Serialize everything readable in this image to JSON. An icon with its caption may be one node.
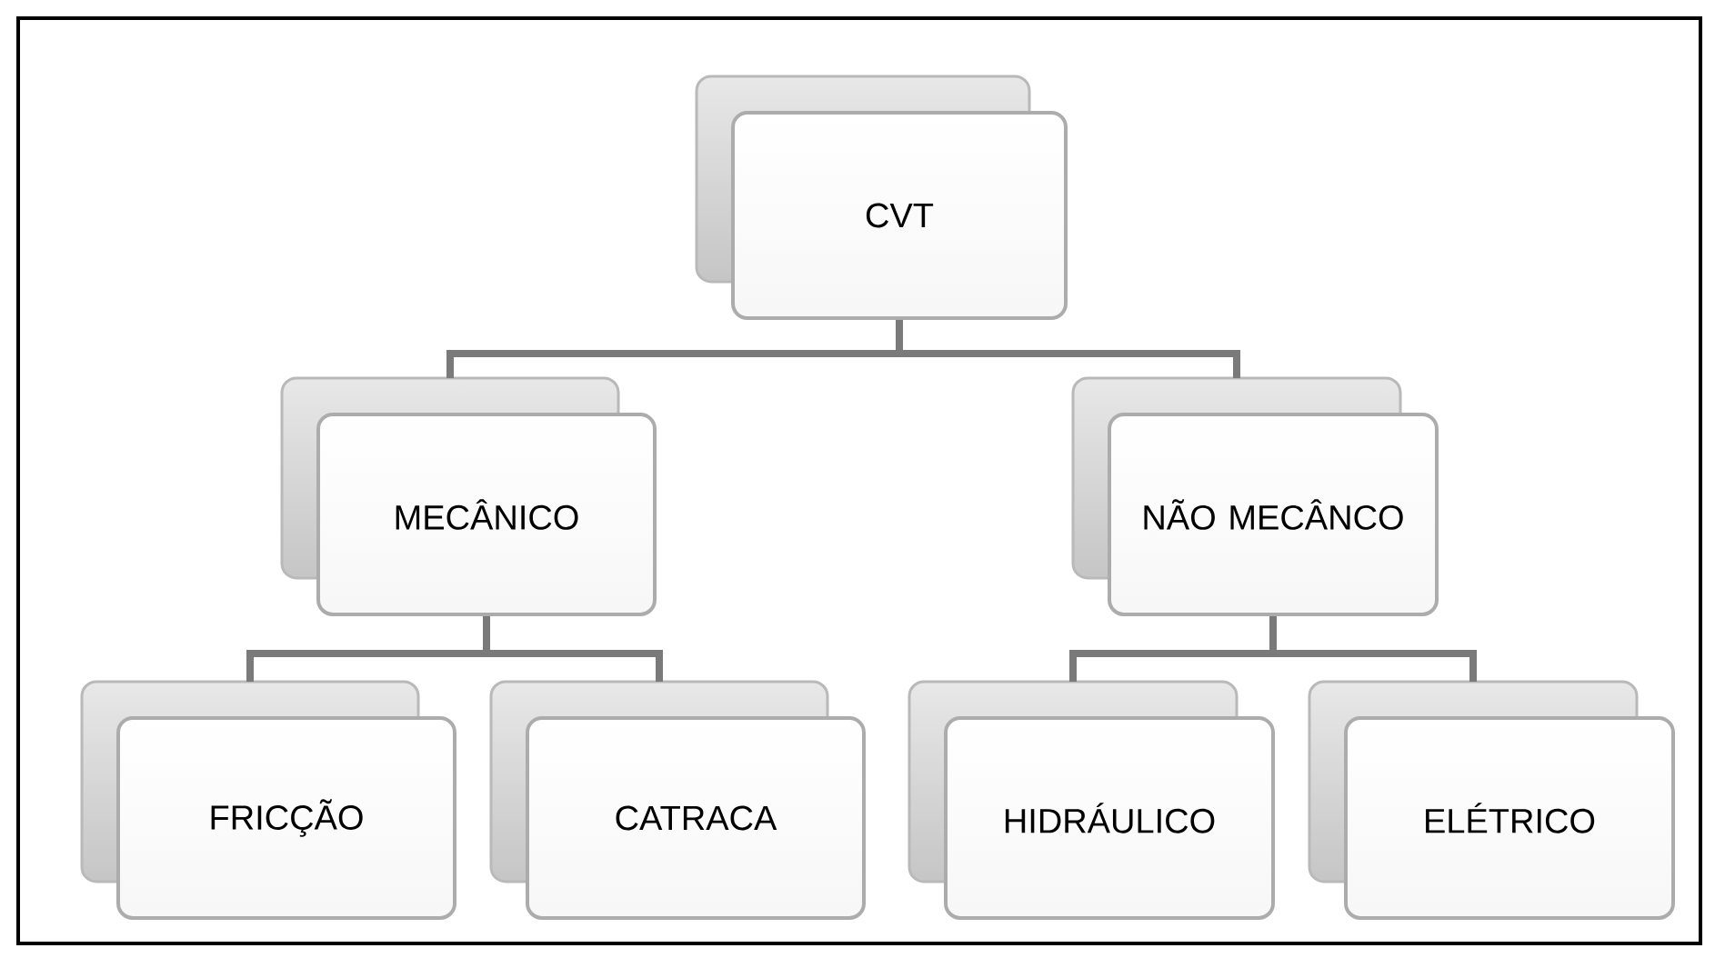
{
  "diagram": {
    "nodes": [
      {
        "text": [
          "CVT"
        ]
      },
      {
        "text": [
          "MECÂNICO"
        ]
      },
      {
        "text": [
          "NÃO MECÂNCO"
        ]
      },
      {
        "text": [
          "FRICÇÃO"
        ]
      },
      {
        "text": [
          "CATRACA"
        ]
      },
      {
        "text": [
          "HIDRÁULICO"
        ]
      },
      {
        "text": [
          "ELÉTRICO"
        ]
      }
    ],
    "edges": [
      {
        "from": 0,
        "to": 1,
        "arrow": "none"
      },
      {
        "from": 0,
        "to": 2,
        "arrow": "none"
      },
      {
        "from": 1,
        "to": 3,
        "arrow": "none"
      },
      {
        "from": 1,
        "to": 4,
        "arrow": "none"
      },
      {
        "from": 2,
        "to": 5,
        "arrow": "none"
      },
      {
        "from": 2,
        "to": 6,
        "arrow": "none"
      }
    ]
  }
}
